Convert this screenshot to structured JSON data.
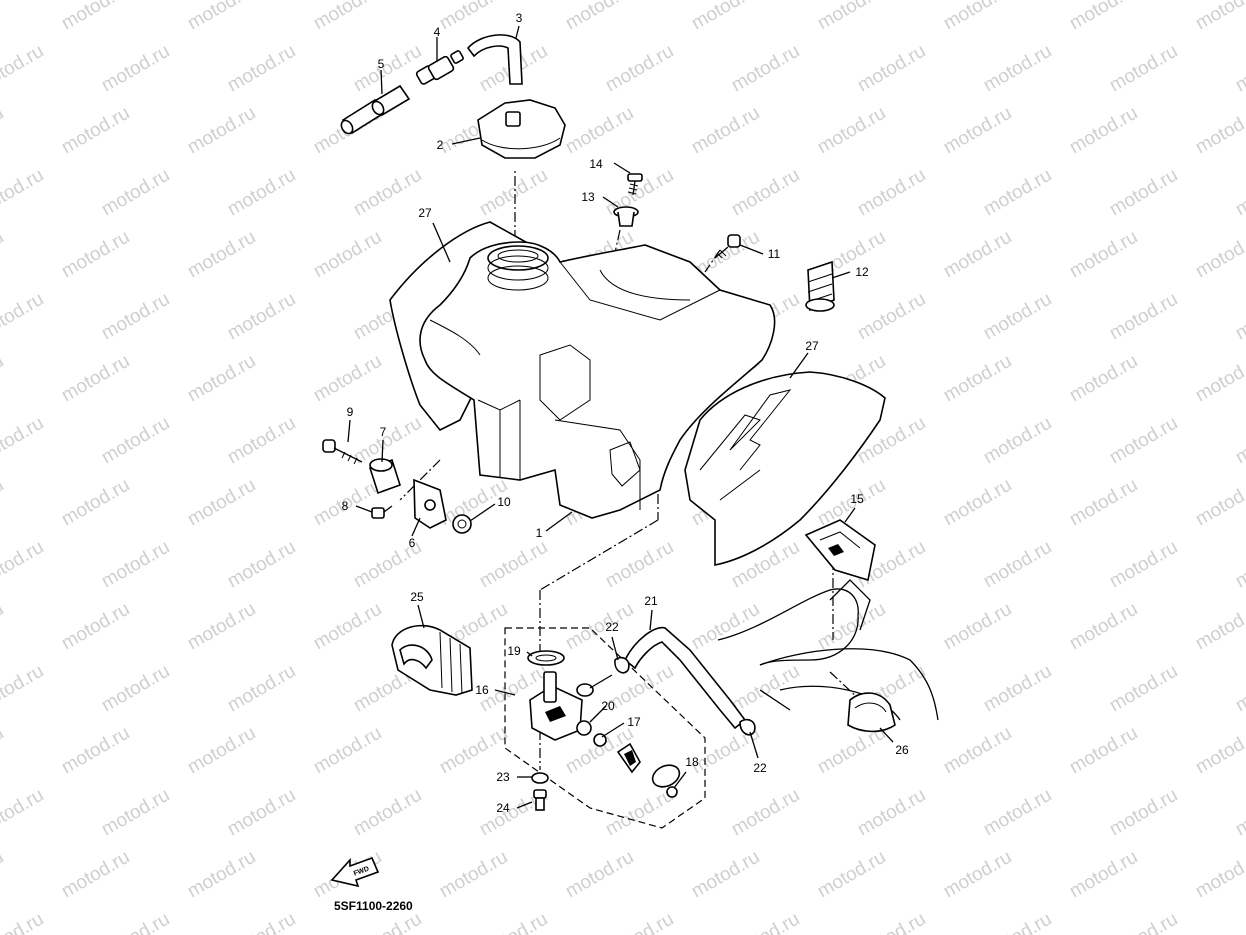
{
  "watermark": {
    "text": "motod.ru"
  },
  "part_labels": [
    "1",
    "2",
    "3",
    "4",
    "5",
    "6",
    "7",
    "8",
    "9",
    "10",
    "11",
    "12",
    "13",
    "14",
    "15",
    "16",
    "17",
    "18",
    "19",
    "20",
    "21",
    "22",
    "22",
    "23",
    "24",
    "25",
    "26",
    "27",
    "27"
  ],
  "diagram_code": "5SF1100-2260",
  "direction_badge": "FWD"
}
